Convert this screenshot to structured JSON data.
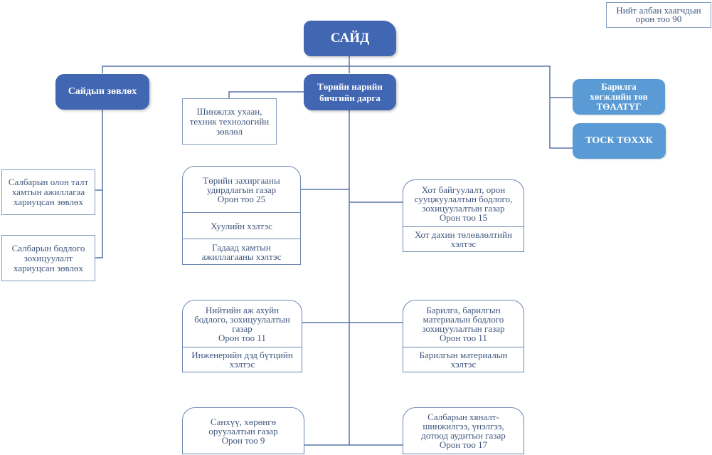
{
  "summary": {
    "label": "Нийт албан хаагчдын\nорон тоо 90"
  },
  "minister": {
    "label": "САЙД"
  },
  "council": {
    "label": "Сайдын зөвлөх"
  },
  "state_secretary": {
    "label": "Төрийн нарийн\nбичгийн дарга"
  },
  "science_council": {
    "label": "Шинжлэх ухаан,\nтехник технологийн\nзөвлөл"
  },
  "agencies": [
    {
      "label": "Барилга\nхөгжлийн төв\nТӨААТҮГ"
    },
    {
      "label": "ТОСК ТӨХХК"
    }
  ],
  "advisory_councils": [
    {
      "label": "Салбарын олон талт\nхамтын ажиллагаа\nхариуцсан зөвлөх"
    },
    {
      "label": "Салбарын бодлого\nзохицуулалт\nхариуцсан зөвлөх"
    }
  ],
  "departments": [
    {
      "title": "Төрийн захиргааны\nудирдлагын газар\nОрон тоо 25",
      "staff": 25,
      "divisions": [
        "Хуулийн хэлтэс",
        "Гадаад хамтын\nажиллагааны хэлтэс"
      ]
    },
    {
      "title": "Хот байгуулалт, орон\nсууцжуулалтын бодлого,\nзохицуулалтын газар\nОрон тоо 15",
      "staff": 15,
      "divisions": [
        "Хот дахин төлөвлөлтийн\nхэлтэс"
      ]
    },
    {
      "title": "Нийтийн аж ахуйн\nбодлого, зохицуулалтын\nгазар\nОрон тоо 11",
      "staff": 11,
      "divisions": [
        "Инженерийн дэд бүтцийн\nхэлтэс"
      ]
    },
    {
      "title": "Барилга, барилгын\nматериалын бодлого\nзохицуулалтын газар\nОрон тоо 11",
      "staff": 11,
      "divisions": [
        "Барилгын материалын\nхэлтэс"
      ]
    },
    {
      "title": "Санхүү, хөрөнгө\nоруулалтын газар\nОрон тоо 9",
      "staff": 9,
      "divisions": []
    },
    {
      "title": "Салбарын хяналт-\nшинжилгээ, үнэлгээ,\nдотоод аудитын газар\nОрон тоо 17",
      "staff": 17,
      "divisions": []
    }
  ],
  "colors": {
    "dark_node": "#4166b2",
    "light_node": "#5b9bd5",
    "line": "#5a74a8",
    "text": "#41577e"
  }
}
